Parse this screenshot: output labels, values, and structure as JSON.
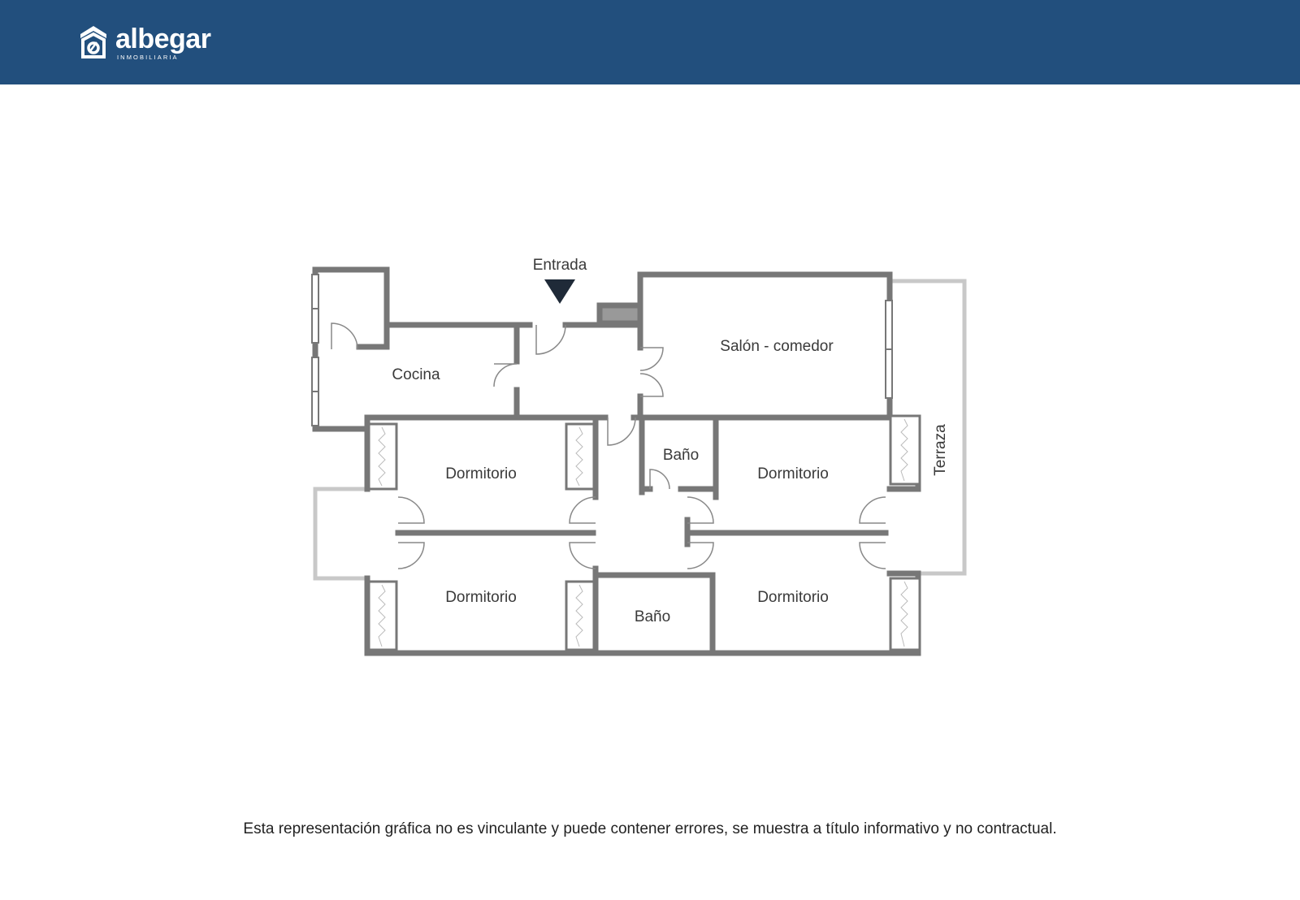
{
  "header": {
    "brand_name": "albegar",
    "brand_sub": "INMOBILIARIA",
    "background_color": "#224f7d"
  },
  "floorplan": {
    "entrance_label": "Entrada",
    "rooms": {
      "cocina": "Cocina",
      "salon": "Salón - comedor",
      "bano_top": "Baño",
      "bano_bottom": "Baño",
      "dorm_top_left": "Dormitorio",
      "dorm_top_right": "Dormitorio",
      "dorm_bottom_left": "Dormitorio",
      "dorm_bottom_right": "Dormitorio",
      "terraza": "Terraza"
    },
    "wall_color": "#777777",
    "terrace_color": "#c8c8c8"
  },
  "footer": {
    "disclaimer": "Esta representación gráfica no es vinculante y puede contener errores, se muestra a título informativo y no contractual."
  }
}
